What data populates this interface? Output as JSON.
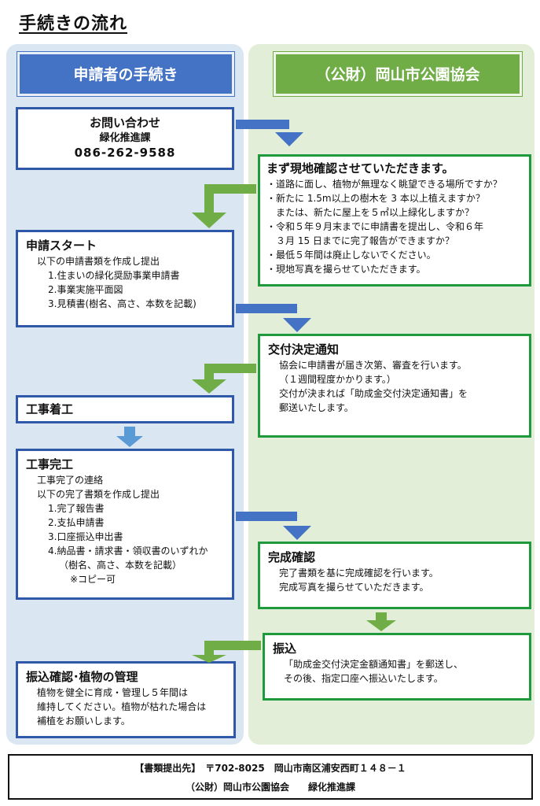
{
  "title": "手続きの流れ",
  "headers": {
    "left": "申請者の手続き",
    "right": "（公財）岡山市公園協会"
  },
  "contact": {
    "title": "お問い合わせ",
    "dept": "緑化推進課",
    "phone": "086-262-9588"
  },
  "site_check": {
    "title": "まず現地確認させていただきます。",
    "lines": [
      "・道路に面し、植物が無理なく眺望できる場所ですか？",
      "・新たに 1.5m以上の樹木を 3 本以上植えますか？",
      "　または、新たに屋上を５㎡以上緑化しますか？",
      "・令和５年９月末までに申請書を提出し、令和６年",
      "　３月 15 日までに完了報告ができますか？",
      "・最低５年間は廃止しないでください。",
      "・現地写真を撮らせていただきます。"
    ]
  },
  "apply": {
    "title": "申請スタート",
    "lead": "以下の申請書類を作成し提出",
    "items": [
      "1.住まいの緑化奨励事業申請書",
      "2.事業実施平面図",
      "3.見積書(樹名、高さ、本数を記載)"
    ]
  },
  "decision": {
    "title": "交付決定通知",
    "lines": [
      "協会に申請書が届き次第、審査を行います。",
      "（１週間程度かかります。）",
      "交付が決まれば「助成金交付決定通知書」を",
      "郵送いたします。"
    ]
  },
  "start_work": {
    "title": "工事着工"
  },
  "complete": {
    "title": "工事完工",
    "lead1": "工事完了の連絡",
    "lead2": "以下の完了書類を作成し提出",
    "items": [
      "1.完了報告書",
      "2.支払申請書",
      "3.口座振込申出書",
      "4.納品書・請求書・領収書のいずれか"
    ],
    "sub": "（樹名、高さ、本数を記載）",
    "note": "※コピー可"
  },
  "confirm": {
    "title": "完成確認",
    "lines": [
      "完了書類を基に完成確認を行います。",
      "完成写真を撮らせていただきます。"
    ]
  },
  "transfer": {
    "title": "振込",
    "lines": [
      "「助成金交付決定金額通知書」を郵送し、",
      "その後、指定口座へ振込いたします。"
    ]
  },
  "manage": {
    "title": "振込確認･植物の管理",
    "lines": [
      "植物を健全に育成・管理し５年間は",
      "維持してください。植物が枯れた場合は",
      "補植をお願いします。"
    ]
  },
  "footer": {
    "line1": "【書類提出先】　〒702-8025　岡山市南区浦安西町１４８－１",
    "line2": "（公財）岡山市公園協会　　緑化推進課"
  },
  "colors": {
    "blue": "#4472c4",
    "green": "#70ad47",
    "blue_border": "#2f58a8",
    "green_border": "#1e9a3c"
  }
}
